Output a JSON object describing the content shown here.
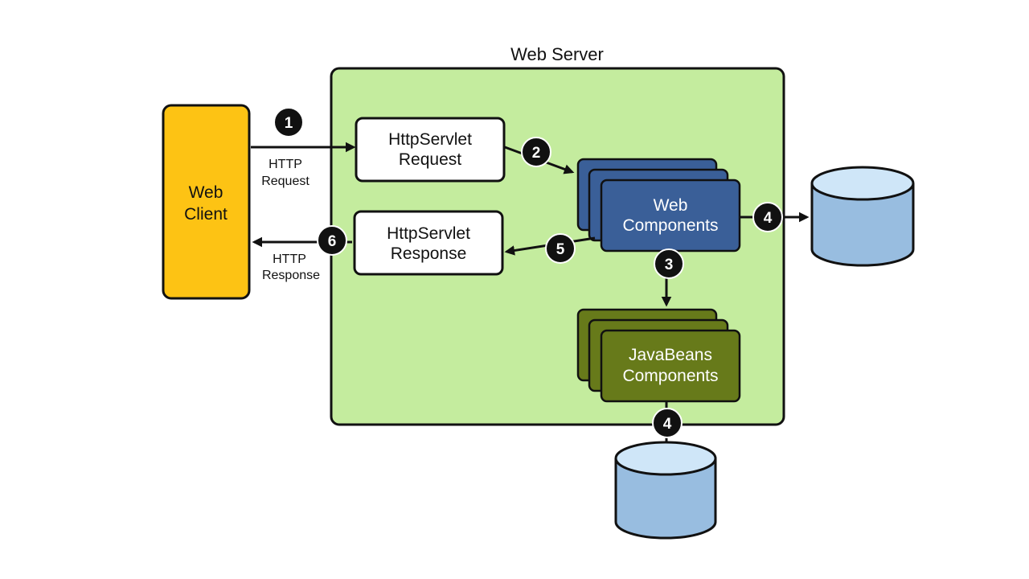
{
  "server": {
    "title": "Web Server"
  },
  "client": {
    "line1": "Web",
    "line2": "Client"
  },
  "request_box": {
    "line1": "HttpServlet",
    "line2": "Request"
  },
  "response_box": {
    "line1": "HttpServlet",
    "line2": "Response"
  },
  "web_components": {
    "line1": "Web",
    "line2": "Components"
  },
  "javabeans": {
    "line1": "JavaBeans",
    "line2": "Components"
  },
  "http_request": {
    "line1": "HTTP",
    "line2": "Request"
  },
  "http_response": {
    "line1": "HTTP",
    "line2": "Response"
  },
  "steps": [
    "1",
    "2",
    "3",
    "4",
    "4",
    "5",
    "6"
  ],
  "colors": {
    "server_bg": "#c4ec9e",
    "client_bg": "#fdc314",
    "web_comp_bg": "#3a5f98",
    "javabeans_bg": "#677a1a",
    "db_body": "#98bde0",
    "db_top": "#cfe6f8",
    "step_circle": "#111111"
  }
}
